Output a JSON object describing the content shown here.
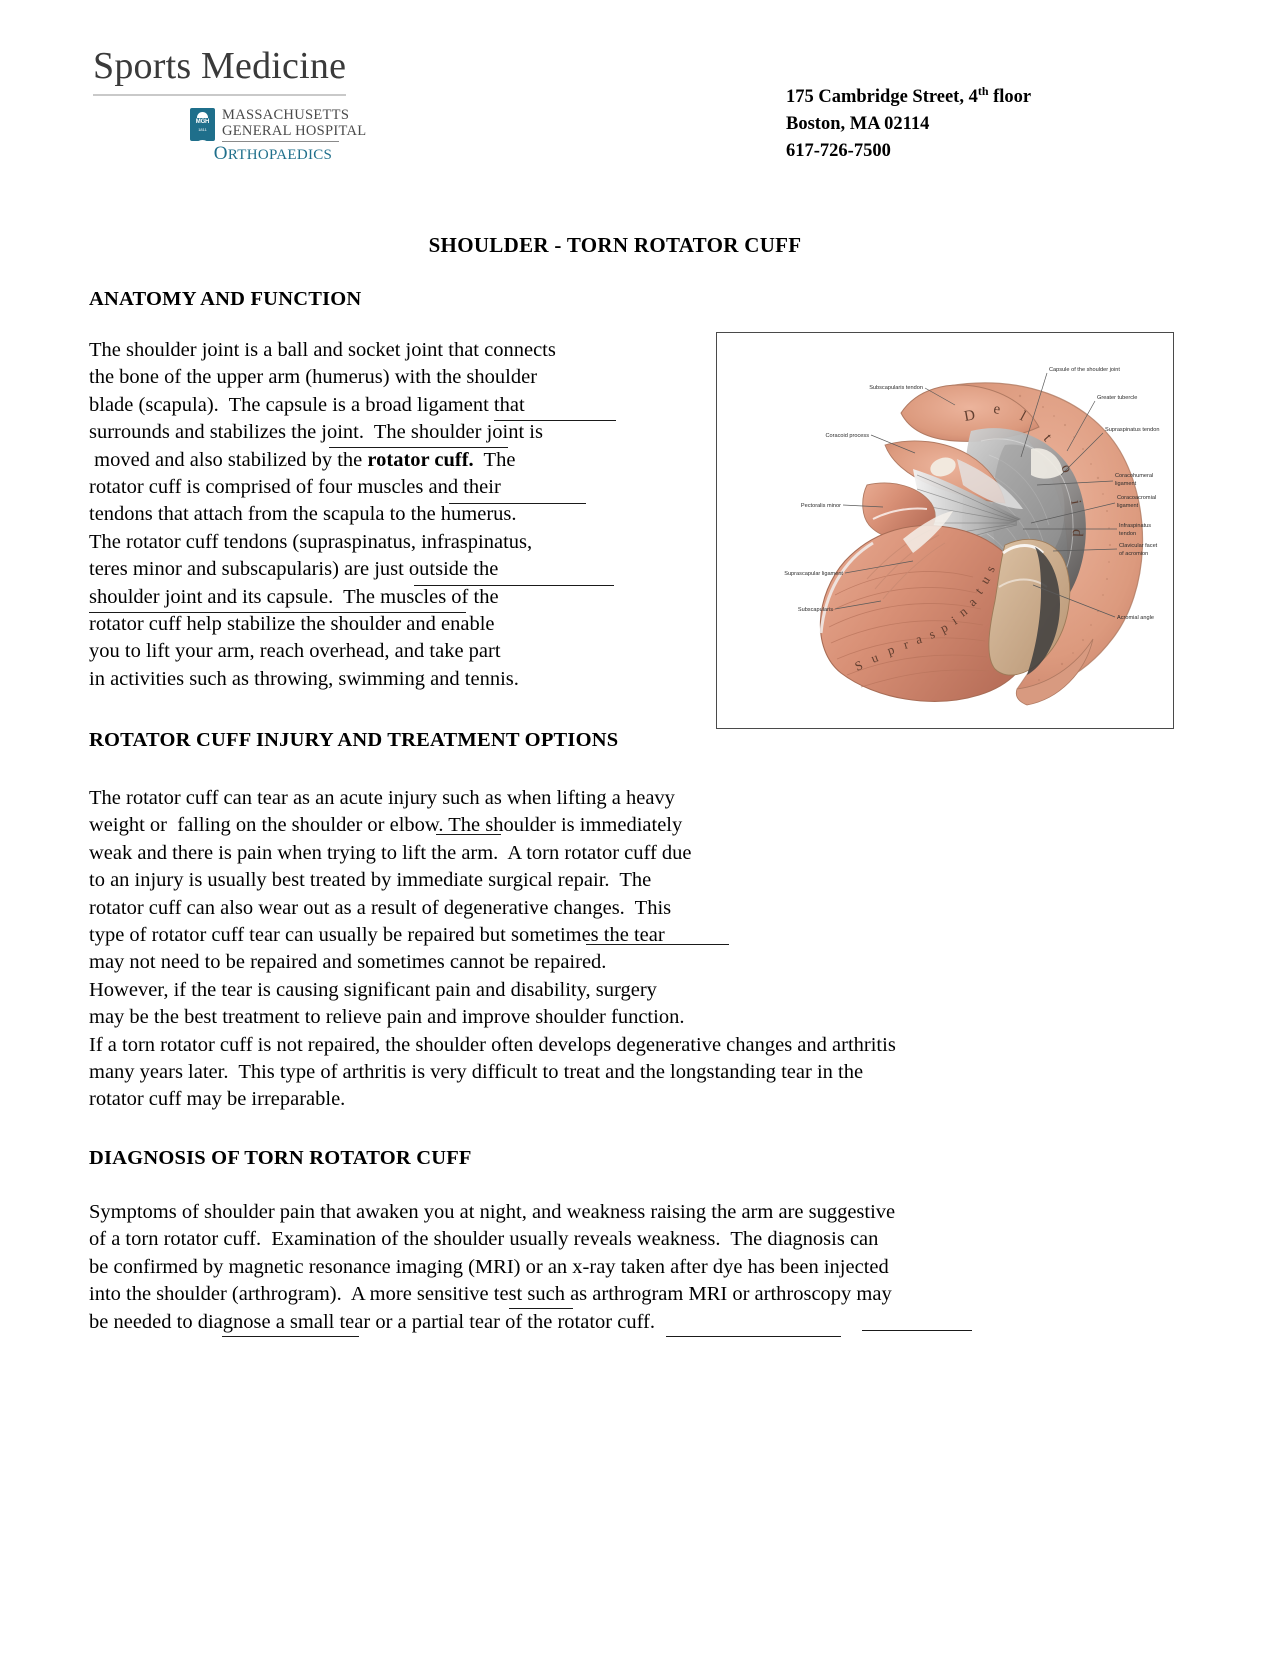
{
  "letterhead": {
    "brand_title": "Sports Medicine",
    "hospital_line1": "MASSACHUSETTS",
    "hospital_line2": "GENERAL HOSPITAL",
    "department": "RTHOPAEDICS",
    "department_initial": "O",
    "shield_text": "MGH",
    "shield_year": "1811",
    "address_line1_pre": "175 Cambridge Street, 4",
    "address_line1_sup": "th",
    "address_line1_post": " floor",
    "address_line2": "Boston, MA  02114",
    "address_line3": "617-726-7500"
  },
  "document": {
    "title": "SHOULDER - TORN ROTATOR CUFF",
    "sections": [
      {
        "heading": "ANATOMY AND FUNCTION",
        "lines": [
          "The shoulder joint is a ball and socket joint that connects",
          "the bone of the upper arm (humerus) with the shoulder",
          "blade (scapula).  The capsule is a broad ligament that",
          "surrounds and stabilizes the joint.  The shoulder joint is",
          " moved and also stabilized by the rotator cuff.  The",
          "rotator cuff is comprised of four muscles and their",
          "tendons that attach from the scapula to the humerus.",
          "The rotator cuff tendons (supraspinatus, infraspinatus,",
          "teres minor and subscapularis) are just outside the",
          "shoulder joint and its capsule.  The muscles of the",
          "rotator cuff help stabilize the shoulder and enable",
          "you to lift your arm, reach overhead, and take part",
          "in activities such as throwing, swimming and tennis."
        ],
        "bold_phrase": "rotator cuff."
      },
      {
        "heading": "ROTATOR CUFF INJURY AND TREATMENT OPTIONS",
        "lines": [
          "The rotator cuff can tear as an acute injury such as when lifting a heavy",
          "weight or  falling on the shoulder or elbow. The shoulder is immediately",
          "weak and there is pain when trying to lift the arm.  A torn rotator cuff due",
          "to an injury is usually best treated by immediate surgical repair.  The",
          "rotator cuff can also wear out as a result of degenerative changes.  This",
          "type of rotator cuff tear can usually be repaired but sometimes the tear",
          "may not need to be repaired and sometimes cannot be repaired.",
          "However, if the tear is causing significant pain and disability, surgery",
          "may be the best treatment to relieve pain and improve shoulder function.",
          "If a torn rotator cuff is not repaired, the shoulder often develops degenerative changes and arthritis",
          "many years later.  This type of arthritis is very difficult to treat and the longstanding tear in the",
          "rotator cuff may be irreparable."
        ]
      },
      {
        "heading": "DIAGNOSIS OF TORN ROTATOR CUFF",
        "lines": [
          "Symptoms of shoulder pain that awaken you at night, and weakness raising the arm are suggestive",
          "of a torn rotator cuff.  Examination of the shoulder usually reveals weakness.  The diagnosis can",
          "be confirmed by magnetic resonance imaging (MRI) or an x-ray taken after dye has been injected",
          "into the shoulder (arthrogram).  A more sensitive test such as arthrogram MRI or arthroscopy may",
          "be needed to diagnose a small tear or a partial tear of the rotator cuff."
        ]
      }
    ]
  },
  "figure": {
    "caption": "",
    "labels_left": [
      "Subscapularis tendon",
      "Coracoid process",
      "Pectoralis minor",
      "Suprascapular ligament",
      "Subscapularis"
    ],
    "labels_right": [
      "Capsule of the shoulder joint",
      "Greater tubercle",
      "Supraspinatus tendon",
      "Coracohumeral ligament",
      "Coracoacromial ligament",
      "Infraspinatus tendon",
      "Clavicular facet of acromion",
      "Acromial angle"
    ],
    "muscle_labels": [
      "Deltoid",
      "Supraspinatus"
    ]
  },
  "colors": {
    "brand_gray": "#3a3a3a",
    "mgh_teal": "#1f6f8b",
    "rule_gray": "#c9c9c9",
    "figure_border": "#4a4a4a",
    "muscle_pink": "#e2a48c",
    "muscle_rose": "#d08a72",
    "bone_tan": "#c9a888",
    "tendon_gray": "#8c8c8c",
    "tendon_dark": "#4f4f4f",
    "text_black": "#000000"
  }
}
